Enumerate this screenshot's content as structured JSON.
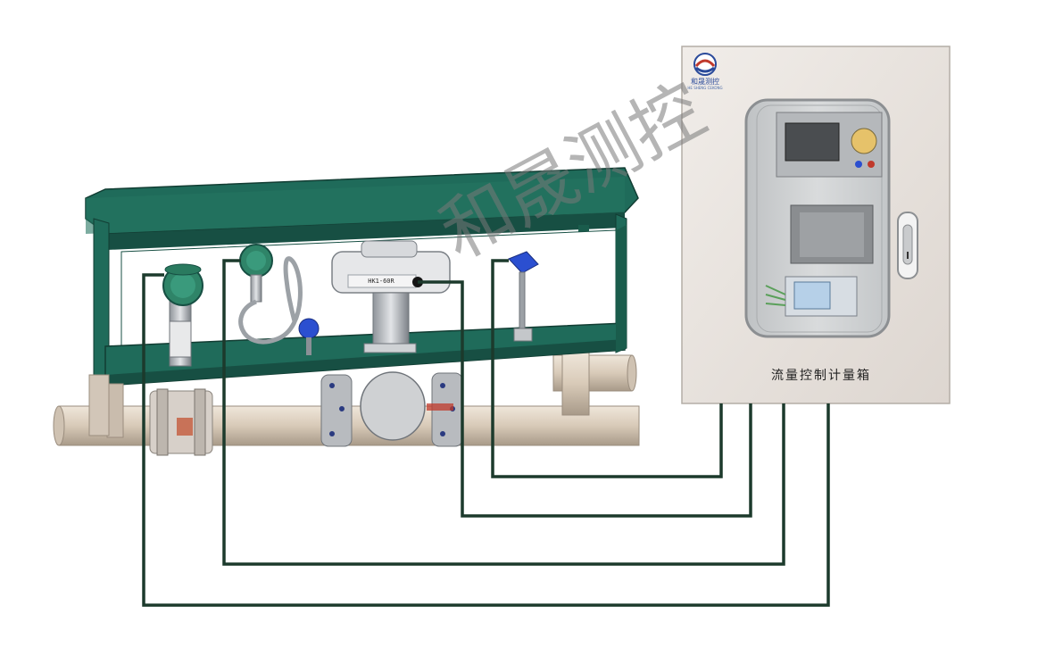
{
  "cabinet": {
    "logo_text": "和晟测控",
    "logo_sub": "HE SHENG CEKONG",
    "title": "流量控制计量箱"
  },
  "valve": {
    "plate_text": "HK1-60R"
  },
  "watermark": {
    "text": "和晟测控"
  },
  "colors": {
    "frame_green": "#1f6b5a",
    "frame_dark": "#174f43",
    "cable": "#1c3a2c",
    "pipe": "#d9cdbf",
    "cabinet": "#e9e4df",
    "transmitter_blue": "#2b4fd0"
  }
}
